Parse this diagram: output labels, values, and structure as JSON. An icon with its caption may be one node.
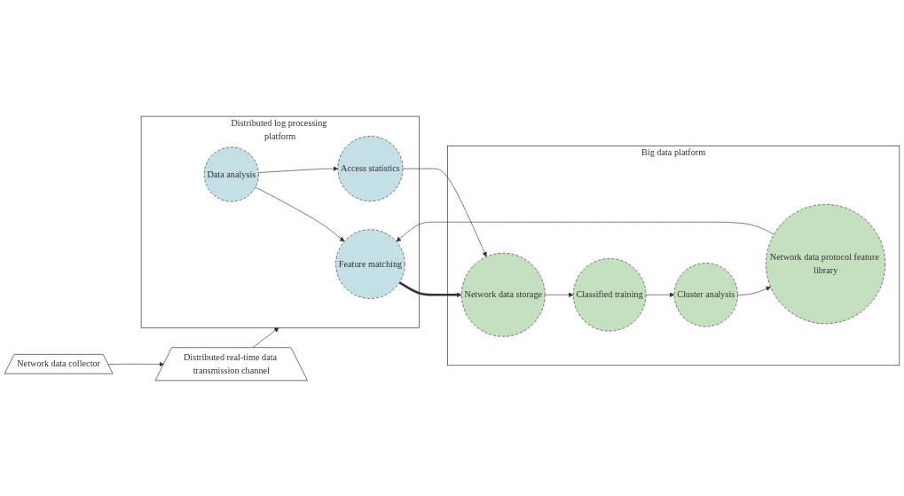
{
  "diagram": {
    "nodes": [
      {
        "text": [
          "Network data collector"
        ]
      },
      {
        "text": [
          "Distributed real-time data transmission channel"
        ]
      },
      {
        "text": [
          "Distributed log processing platform"
        ]
      },
      {
        "text": [
          "Feature matching"
        ],
        "in": 2
      },
      {
        "text": [
          "Data analysis"
        ],
        "in": 2
      },
      {
        "text": [
          "Access statistics"
        ],
        "in": 2
      },
      {
        "text": [
          "Big data platform"
        ]
      },
      {
        "text": [
          "Network data protocol feature library"
        ],
        "in": 6
      },
      {
        "text": [
          "Cluster analysis"
        ],
        "in": 6
      },
      {
        "text": [
          "Classified training"
        ],
        "in": 6
      },
      {
        "text": [
          "Network data storage"
        ],
        "in": 6
      }
    ],
    "edges": [
      {
        "from": 0,
        "to": 1,
        "arrow": "to"
      },
      {
        "from": 1,
        "to": 2,
        "arrow": "to"
      },
      {
        "from": 4,
        "to": 3,
        "arrow": "to"
      },
      {
        "from": 4,
        "to": 5,
        "arrow": "to"
      },
      {
        "from": 3,
        "to": 10,
        "arrow": "to",
        "style": "thick"
      },
      {
        "from": 5,
        "to": 10,
        "arrow": "to"
      },
      {
        "from": 10,
        "to": 9,
        "arrow": "to"
      },
      {
        "from": 9,
        "to": 8,
        "arrow": "to"
      },
      {
        "from": 8,
        "to": 7,
        "arrow": "to"
      },
      {
        "from": 7,
        "to": 3,
        "arrow": "to"
      }
    ]
  }
}
